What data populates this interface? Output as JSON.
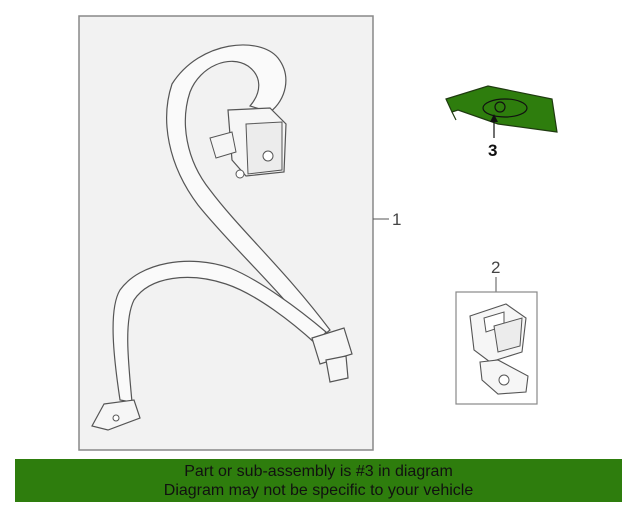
{
  "diagram": {
    "callouts": [
      {
        "id": "1",
        "label": "1"
      },
      {
        "id": "2",
        "label": "2"
      },
      {
        "id": "3",
        "label": "3"
      }
    ],
    "highlight_color": "#2e7d0d",
    "highlighted_part": "3"
  },
  "banner": {
    "line1": "Part or sub-assembly is #3 in diagram",
    "line2": "Diagram may not be specific to your vehicle",
    "background_color": "#2e7d0d"
  }
}
